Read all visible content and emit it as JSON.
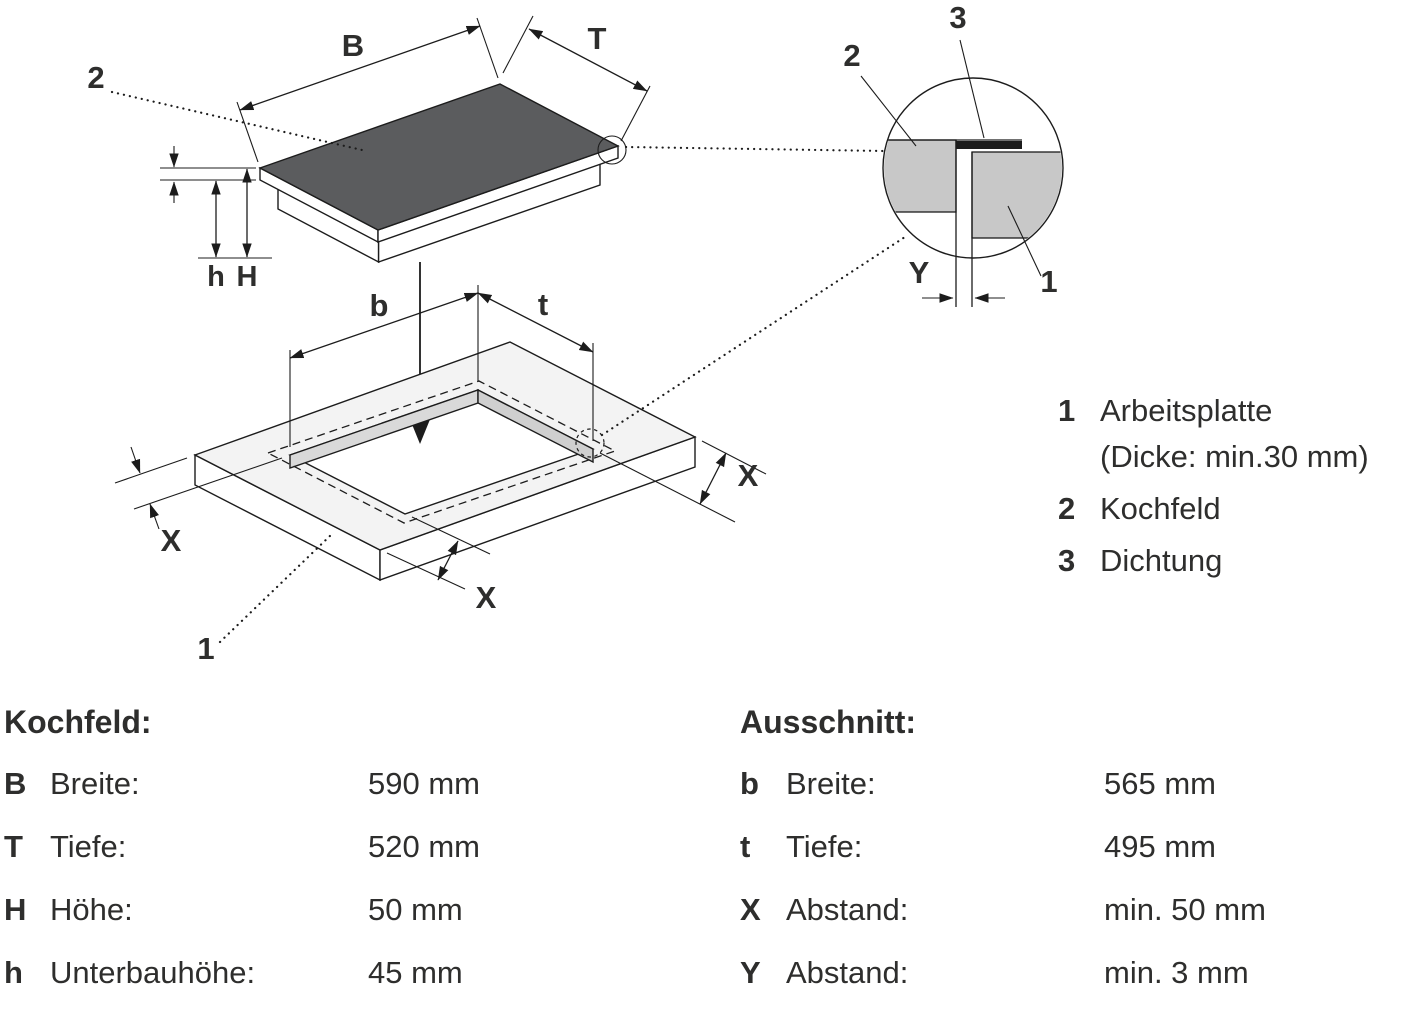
{
  "dims": {
    "B": "B",
    "T": "T",
    "H": "H",
    "h": "h",
    "b": "b",
    "t": "t",
    "X": "X",
    "Y": "Y"
  },
  "callouts": {
    "one": "1",
    "two": "2",
    "three": "3"
  },
  "legend": {
    "items": [
      {
        "num": "1",
        "line1": "Arbeitsplatte",
        "line2": "(Dicke: min.30 mm)"
      },
      {
        "num": "2",
        "line1": "Kochfeld"
      },
      {
        "num": "3",
        "line1": "Dichtung"
      }
    ]
  },
  "tables": [
    {
      "title": "Kochfeld:",
      "rows": [
        {
          "key": "B",
          "label": "Breite:",
          "value": "590 mm"
        },
        {
          "key": "T",
          "label": "Tiefe:",
          "value": "520 mm"
        },
        {
          "key": "H",
          "label": "Höhe:",
          "value": "50 mm"
        },
        {
          "key": "h",
          "label": "Unterbauhöhe:",
          "value": "45 mm"
        }
      ]
    },
    {
      "title": "Ausschnitt:",
      "rows": [
        {
          "key": "b",
          "label": "Breite:",
          "value": "565 mm"
        },
        {
          "key": "t",
          "label": "Tiefe:",
          "value": "495 mm"
        },
        {
          "key": "X",
          "label": "Abstand:",
          "value": "min. 50 mm"
        },
        {
          "key": "Y",
          "label": "Abstand:",
          "value": "min. 3 mm"
        }
      ]
    }
  ]
}
